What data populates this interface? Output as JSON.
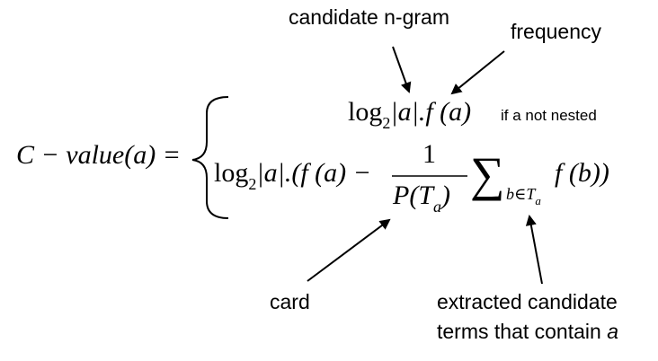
{
  "annotations": {
    "candidate_ngram": "candidate n-gram",
    "frequency": "frequency",
    "card": "card",
    "extracted_line1": "extracted candidate",
    "extracted_line2_prefix": "terms that contain ",
    "extracted_line2_var": "a"
  },
  "formula": {
    "lhs": "C − value(a) =",
    "case1_expr": "log",
    "case1_base": "2",
    "case1_abs": "|a|",
    "case1_rest": ".f (a)",
    "case1_condition": "if a not nested",
    "case2_log": "log",
    "case2_base": "2",
    "case2_abs": "|a|",
    "case2_rest": ".(f (a) −",
    "fraction_numerator": "1",
    "fraction_denominator": "P(T",
    "fraction_denominator_sub": "a",
    "fraction_denominator_close": ")",
    "sum_symbol": "∑",
    "sum_index": "b∈T",
    "sum_index_sub": "a",
    "sum_term": "f (b))"
  },
  "colors": {
    "text": "#000000",
    "background": "#ffffff"
  }
}
